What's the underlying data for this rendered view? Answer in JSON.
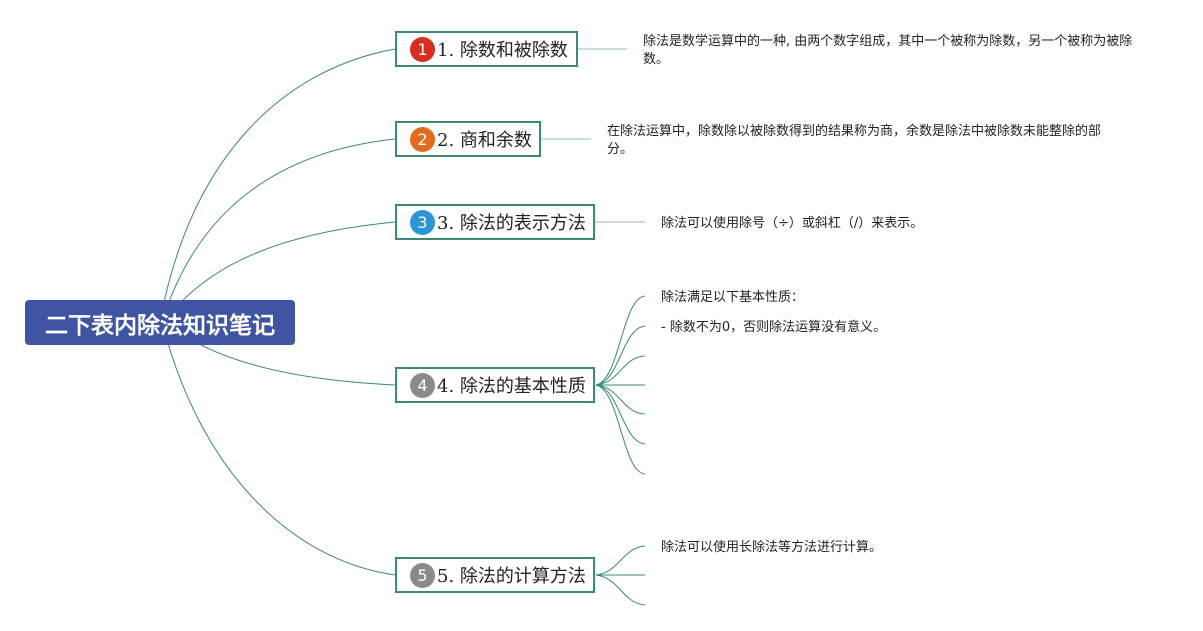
{
  "colors": {
    "root_bg": "#3f55a3",
    "connector": "#3b8a72",
    "badge_1": "#d62d20",
    "badge_2": "#e46a1f",
    "badge_3": "#2997d6",
    "badge_4": "#8a8a8a",
    "badge_5": "#8a8a8a"
  },
  "root": {
    "title": "二下表内除法知识笔记"
  },
  "topics": [
    {
      "number": "1",
      "label": "1. 除数和被除数",
      "notes": [
        "除法是数学运算中的一种, 由两个数字组成，其中一个被称为除数，另一个被称为被除数。"
      ]
    },
    {
      "number": "2",
      "label": "2. 商和余数",
      "notes": [
        "在除法运算中，除数除以被除数得到的结果称为商，余数是除法中被除数未能整除的部分。"
      ]
    },
    {
      "number": "3",
      "label": "3. 除法的表示方法",
      "notes": [
        "除法可以使用除号（÷）或斜杠（/）来表示。"
      ]
    },
    {
      "number": "4",
      "label": "4. 除法的基本性质",
      "notes": [
        "除法满足以下基本性质：",
        "- 除数不为0，否则除法运算没有意义。",
        "",
        "",
        "",
        "",
        ""
      ]
    },
    {
      "number": "5",
      "label": "5. 除法的计算方法",
      "notes": [
        "除法可以使用长除法等方法进行计算。",
        "",
        ""
      ]
    }
  ]
}
